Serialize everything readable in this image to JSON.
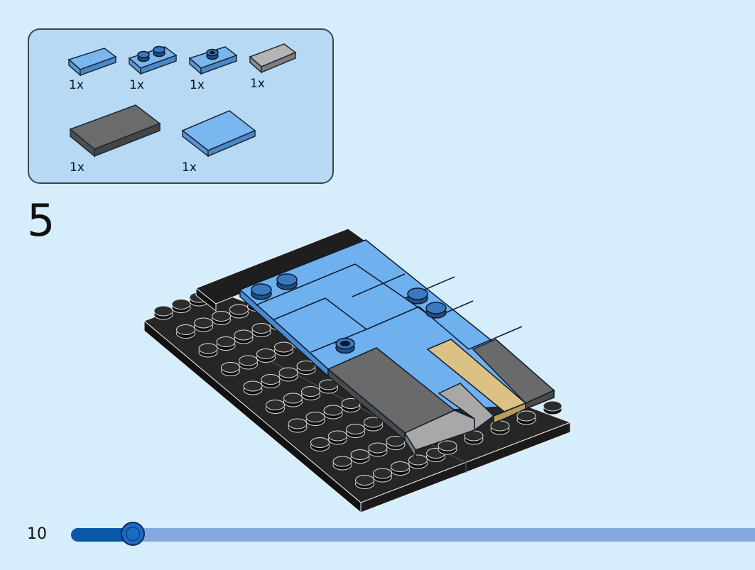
{
  "parts": [
    {
      "name": "blue-tile-1x2",
      "qty": "1x"
    },
    {
      "name": "blue-plate-1x2",
      "qty": "1x"
    },
    {
      "name": "blue-jumper-plate-1x2",
      "qty": "1x"
    },
    {
      "name": "gray-tile-1x2",
      "qty": "1x"
    },
    {
      "name": "dark-gray-tile-2x4",
      "qty": "1x"
    },
    {
      "name": "blue-tile-2x3",
      "qty": "1x"
    }
  ],
  "step": {
    "number": "5"
  },
  "page": {
    "number": "10",
    "progress": 0.09
  },
  "colors": {
    "background": "#d6edfb",
    "parts_panel": "#b7d9f4",
    "medium_blue": "#6fb0ee",
    "dark_gray": "#6a6a6a",
    "light_gray": "#a8a8a8",
    "tan": "#dcc184",
    "black": "#1f1f1f",
    "progress_fill": "#0b57a8",
    "progress_track": "#85a8dd"
  }
}
